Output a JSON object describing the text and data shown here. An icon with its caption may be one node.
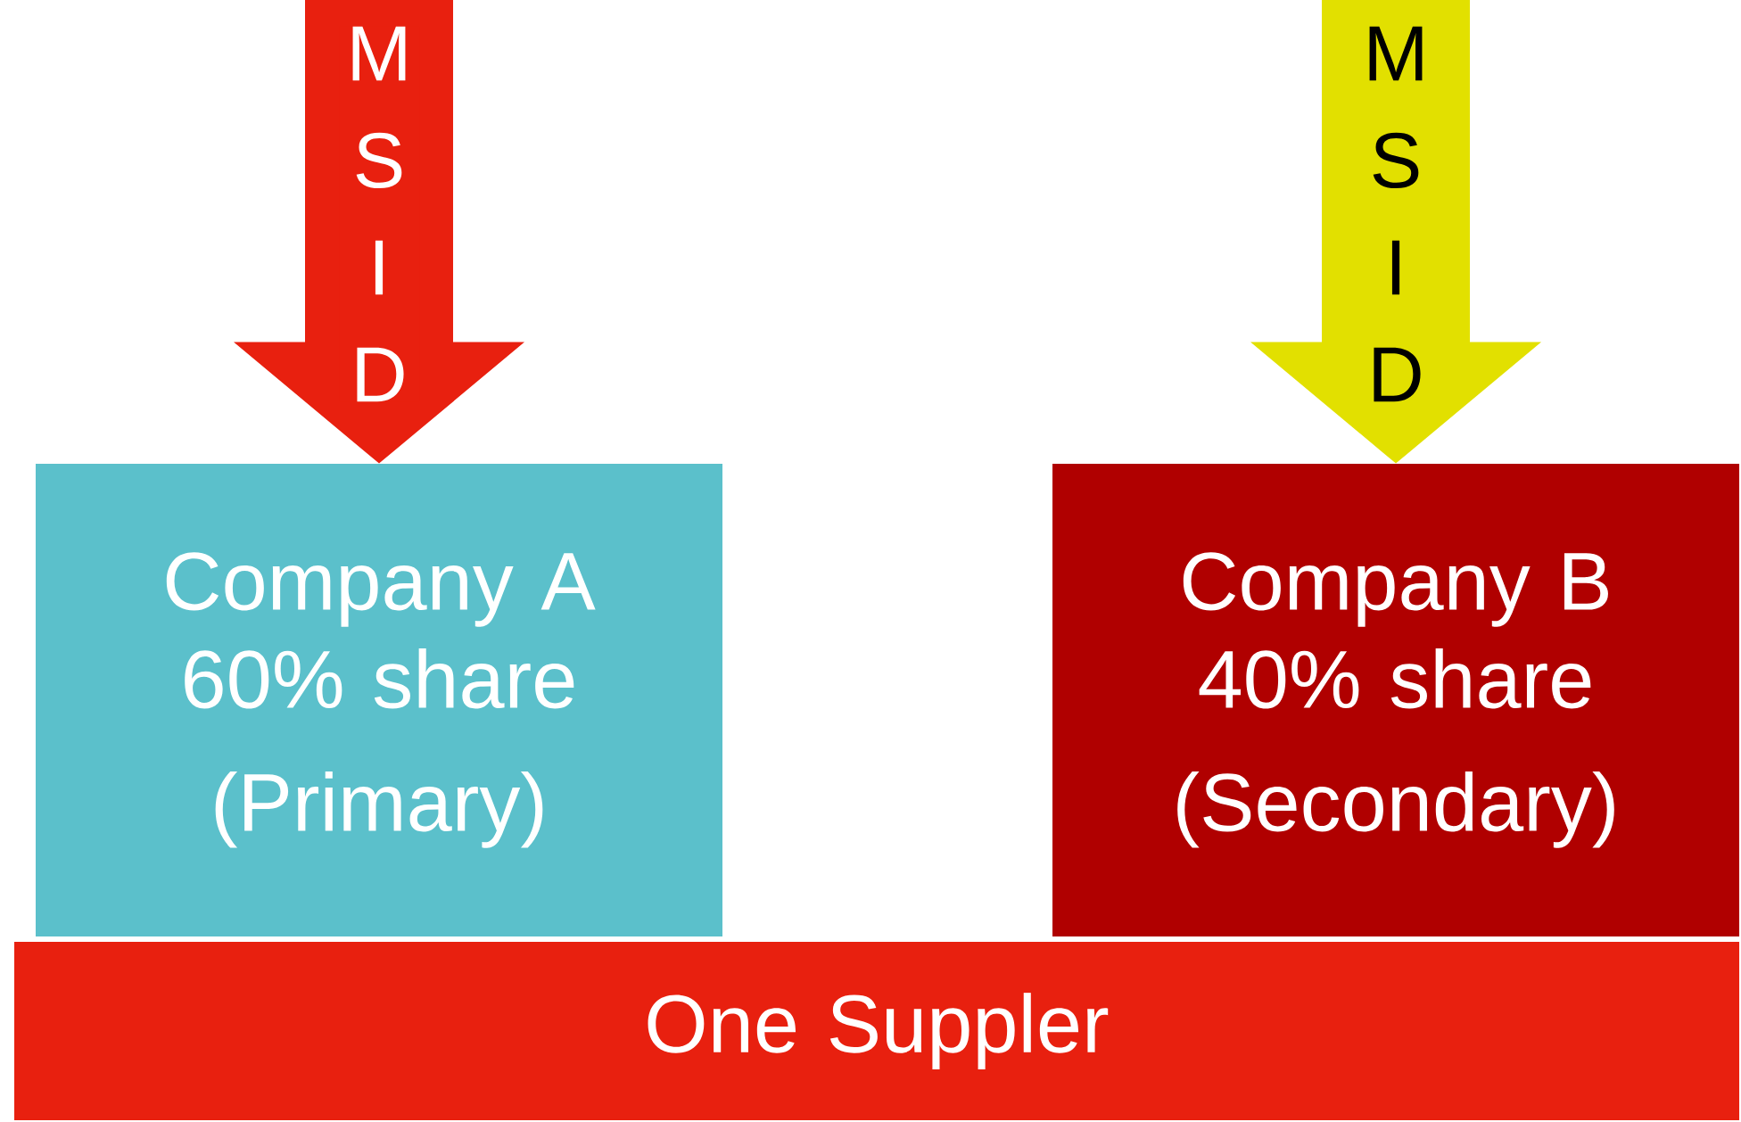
{
  "diagram": {
    "nodes": [
      {
        "text": [
          "Company A 60% share",
          "(Primary)"
        ]
      },
      {
        "text": [
          "Company B 40% share",
          "(Secondary)"
        ]
      },
      {
        "text": [
          "One Suppler"
        ]
      }
    ],
    "edges": [
      {
        "from": null,
        "to": 0,
        "arrow": "to",
        "label": "M S I D",
        "style": "thick",
        "color": "#e8200f"
      },
      {
        "from": null,
        "to": 1,
        "arrow": "to",
        "label": "M S I D",
        "style": "thick",
        "color": "#e2e000"
      }
    ]
  }
}
